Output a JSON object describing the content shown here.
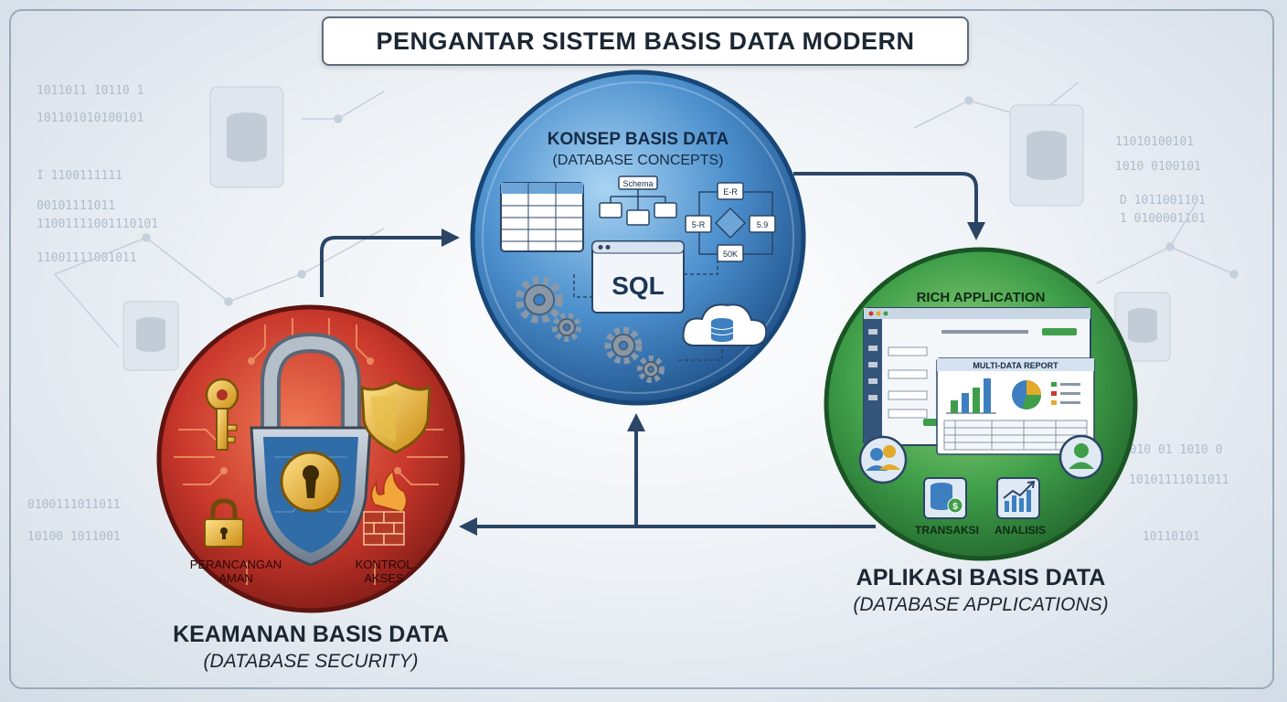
{
  "title": "PENGANTAR SISTEM BASIS DATA MODERN",
  "background_binary": [
    "1011011 10110 1",
    "101101010100101",
    "I 1100111111",
    "00101111011",
    "11001111001110101",
    "11001111001011",
    "0100111011011",
    "10100 1011001",
    "11010100101",
    "1010 0100101",
    "D 1011001101",
    "1 0100001101",
    "01010 01 1010 0",
    "10101111011011",
    "10110101"
  ],
  "concepts": {
    "title": "KONSEP BASIS DATA",
    "subtitle": "(DATABASE CONCEPTS)",
    "schema_label": "Schema",
    "sql_label": "SQL",
    "flow_labels": [
      "E-R",
      "5-R",
      "5.9",
      "50K"
    ]
  },
  "applications": {
    "inner_title": "RICH APPLICATION",
    "report_title": "MULTI-DATA REPORT",
    "transaction_label": "TRANSAKSI",
    "analysis_label": "ANALISIS",
    "title": "APLIKASI BASIS DATA",
    "subtitle": "(DATABASE APPLICATIONS)"
  },
  "security": {
    "design_label_line1": "PERANCANGAN",
    "design_label_line2": "AMAN",
    "access_label_line1": "KONTROL",
    "access_label_line2": "AKSES",
    "title": "KEAMANAN BASIS DATA",
    "subtitle": "(DATABASE SECURITY)"
  },
  "colors": {
    "concepts_blue": "#3d7fc0",
    "applications_green": "#3f9e49",
    "security_red": "#c8372b",
    "arrow_navy": "#2b4566"
  }
}
